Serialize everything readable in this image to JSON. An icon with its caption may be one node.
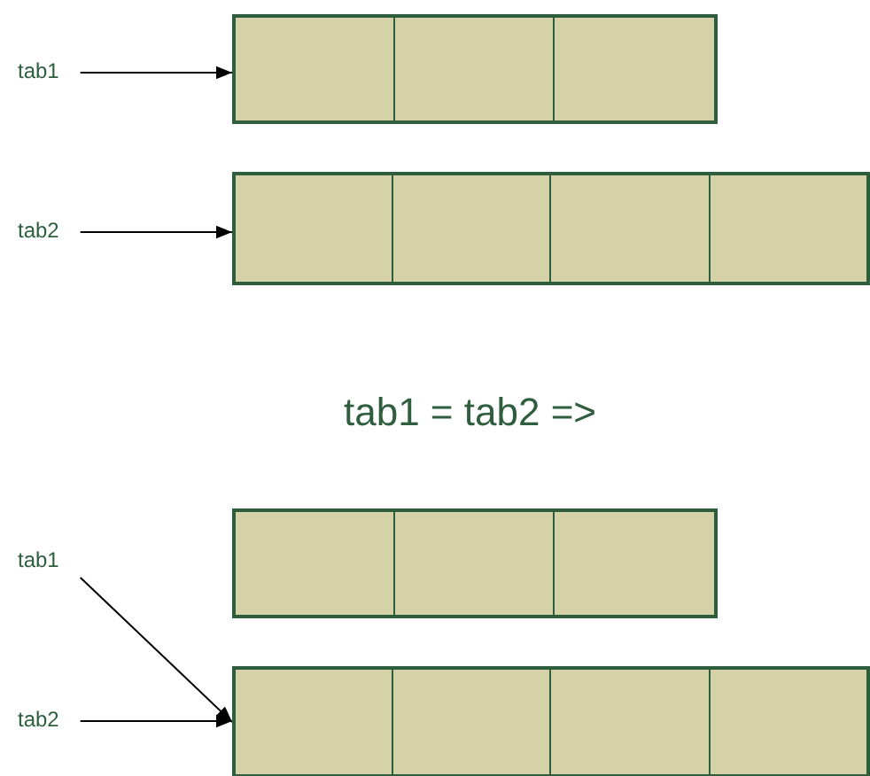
{
  "diagram": {
    "nodes": [
      {
        "text": [
          "tab1"
        ]
      },
      {
        "text": [],
        "shape": "box"
      },
      {
        "text": [],
        "shape": "box",
        "in": 1
      },
      {
        "text": [],
        "shape": "box",
        "in": 1
      },
      {
        "text": [],
        "shape": "box",
        "in": 1
      },
      {
        "text": [
          "tab2"
        ]
      },
      {
        "text": [],
        "shape": "box"
      },
      {
        "text": [],
        "shape": "box",
        "in": 6
      },
      {
        "text": [],
        "shape": "box",
        "in": 6
      },
      {
        "text": [],
        "shape": "box",
        "in": 6
      },
      {
        "text": [],
        "shape": "box",
        "in": 6
      },
      {
        "text": [
          "tab1"
        ]
      },
      {
        "text": [],
        "shape": "box"
      },
      {
        "text": [],
        "shape": "box",
        "in": 12
      },
      {
        "text": [],
        "shape": "box",
        "in": 12
      },
      {
        "text": [],
        "shape": "box",
        "in": 12
      },
      {
        "text": [
          "tab2"
        ]
      },
      {
        "text": [],
        "shape": "box"
      },
      {
        "text": [],
        "shape": "box",
        "in": 17
      },
      {
        "text": [],
        "shape": "box",
        "in": 17
      },
      {
        "text": [],
        "shape": "box",
        "in": 17
      },
      {
        "text": [],
        "shape": "box",
        "in": 17
      }
    ],
    "edges": [
      {
        "from": 0,
        "to": 1,
        "arrow": "to"
      },
      {
        "from": 5,
        "to": 6,
        "arrow": "to"
      },
      {
        "from": 11,
        "to": 17,
        "arrow": "to"
      },
      {
        "from": 16,
        "to": 17,
        "arrow": "to"
      }
    ],
    "labels": [
      "tab1 = tab2 =>"
    ]
  }
}
